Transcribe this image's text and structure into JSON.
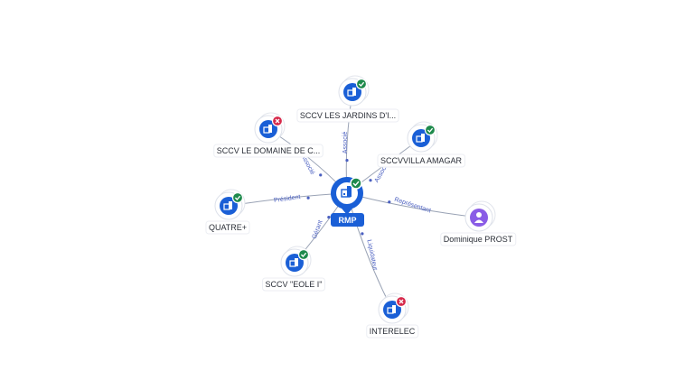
{
  "center": {
    "label": "RMP",
    "status": "active"
  },
  "nodes": [
    {
      "id": "n1",
      "label": "SCCV LES JARDINS D'I...",
      "type": "company",
      "status": "active",
      "edge_label": "Associé"
    },
    {
      "id": "n2",
      "label": "SCCV LE DOMAINE DE C...",
      "type": "company",
      "status": "closed",
      "edge_label": "Associé"
    },
    {
      "id": "n3",
      "label": "SCCVVILLA AMAGAR",
      "type": "company",
      "status": "active",
      "edge_label": "Associé"
    },
    {
      "id": "n4",
      "label": "QUATRE+",
      "type": "company",
      "status": "active",
      "edge_label": "Président"
    },
    {
      "id": "n5",
      "label": "Dominique PROST",
      "type": "person",
      "status": "none",
      "edge_label": "Représentant"
    },
    {
      "id": "n6",
      "label": "SCCV \"EOLE I\"",
      "type": "company",
      "status": "active",
      "edge_label": "Gérant"
    },
    {
      "id": "n7",
      "label": "INTERELEC",
      "type": "company",
      "status": "closed",
      "edge_label": "Liquidateur"
    }
  ],
  "colors": {
    "node_blue": "#1a5fd6",
    "status_active": "#1e8a4c",
    "status_closed": "#d6284a",
    "person_purple": "#8a5ce6",
    "edge": "#9aa3b5",
    "edge_label": "#4a5fc0"
  },
  "icons": {
    "company": "building-icon",
    "person": "person-icon",
    "active": "check-badge-icon",
    "closed": "close-badge-icon"
  }
}
